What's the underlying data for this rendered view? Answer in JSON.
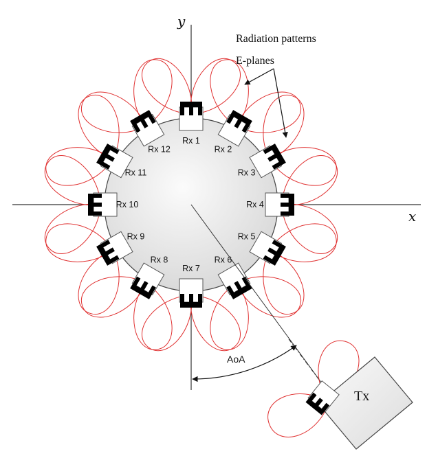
{
  "axes": {
    "x_label": "x",
    "y_label": "y"
  },
  "annotation": {
    "line1": "Radiation patterns",
    "line2": "E-planes"
  },
  "receivers": [
    {
      "label": "Rx 1",
      "angle_deg": 90
    },
    {
      "label": "Rx 2",
      "angle_deg": 60
    },
    {
      "label": "Rx 3",
      "angle_deg": 30
    },
    {
      "label": "Rx 4",
      "angle_deg": 0
    },
    {
      "label": "Rx 5",
      "angle_deg": -30
    },
    {
      "label": "Rx 6",
      "angle_deg": -60
    },
    {
      "label": "Rx 7",
      "angle_deg": -90
    },
    {
      "label": "Rx 8",
      "angle_deg": -120
    },
    {
      "label": "Rx 9",
      "angle_deg": -150
    },
    {
      "label": "Rx 10",
      "angle_deg": 180
    },
    {
      "label": "Rx 11",
      "angle_deg": 150
    },
    {
      "label": "Rx 12",
      "angle_deg": 120
    }
  ],
  "transmitter": {
    "label": "Tx"
  },
  "angle": {
    "label": "AoA"
  },
  "colors": {
    "pattern": "#e03030",
    "outline": "#333333",
    "disc_light": "#f7f7f7",
    "disc_dark": "#d8d8d8",
    "antenna": "#000000"
  }
}
